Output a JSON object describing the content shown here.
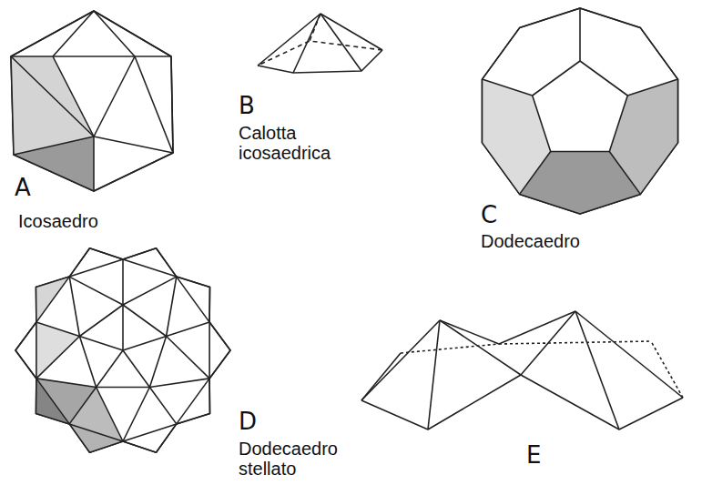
{
  "diagram": {
    "labels": [
      "A",
      "Icosaedro",
      "B",
      "Calotta icosaedrica",
      "C",
      "Dodecaedro",
      "D",
      "Dodecaedro stellato",
      "E"
    ]
  }
}
